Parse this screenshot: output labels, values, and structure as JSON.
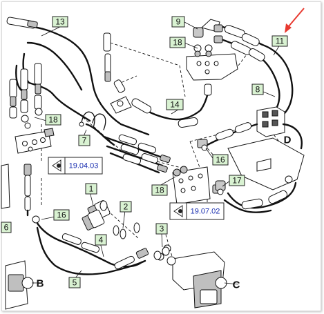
{
  "callouts": [
    {
      "id": "c13",
      "label": "13"
    },
    {
      "id": "c9",
      "label": "9"
    },
    {
      "id": "c18a",
      "label": "18"
    },
    {
      "id": "c11",
      "label": "11"
    },
    {
      "id": "c8",
      "label": "8"
    },
    {
      "id": "c14",
      "label": "14"
    },
    {
      "id": "c18b",
      "label": "18"
    },
    {
      "id": "c7",
      "label": "7"
    },
    {
      "id": "c16a",
      "label": "16"
    },
    {
      "id": "c17",
      "label": "17"
    },
    {
      "id": "c18c",
      "label": "18"
    },
    {
      "id": "c1",
      "label": "1"
    },
    {
      "id": "c2",
      "label": "2"
    },
    {
      "id": "c16b",
      "label": "16"
    },
    {
      "id": "c3",
      "label": "3"
    },
    {
      "id": "c4",
      "label": "4"
    },
    {
      "id": "c5",
      "label": "5"
    },
    {
      "id": "c6",
      "label": "6"
    }
  ],
  "section_refs": [
    {
      "id": "ref1",
      "text": "19.04.03"
    },
    {
      "id": "ref2",
      "text": "19.07.02"
    }
  ],
  "view_letters": [
    {
      "id": "vB",
      "text": "B"
    },
    {
      "id": "vC",
      "text": "C"
    },
    {
      "id": "vD",
      "text": "D"
    }
  ],
  "colors": {
    "callout_fill": "#d9f2d2",
    "ref_text": "#1a2fb0",
    "arrow": "#e8392f",
    "line": "#111111"
  }
}
